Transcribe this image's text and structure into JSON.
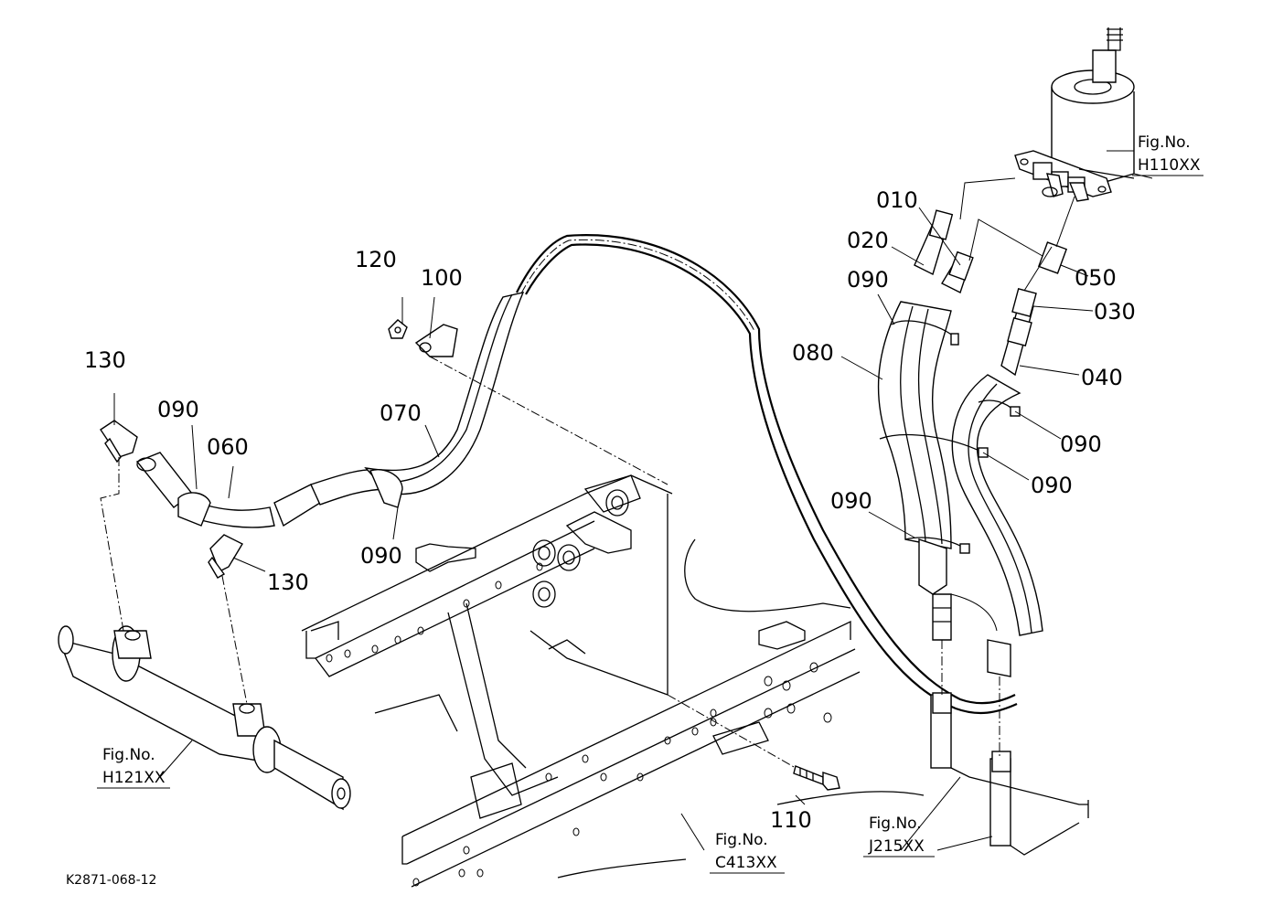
{
  "labels": {
    "p010": "010",
    "p020": "020",
    "p030": "030",
    "p040": "040",
    "p050": "050",
    "p060": "060",
    "p070": "070",
    "p080": "080",
    "p090": "090",
    "p100": "100",
    "p110": "110",
    "p120": "120",
    "p130": "130"
  },
  "figures": {
    "fig_label": "Fig.No.",
    "h110": "H110XX",
    "h121": "H121XX",
    "c413": "C413XX",
    "j215": "J215XX"
  },
  "drawing_code": "K2871-068-12"
}
